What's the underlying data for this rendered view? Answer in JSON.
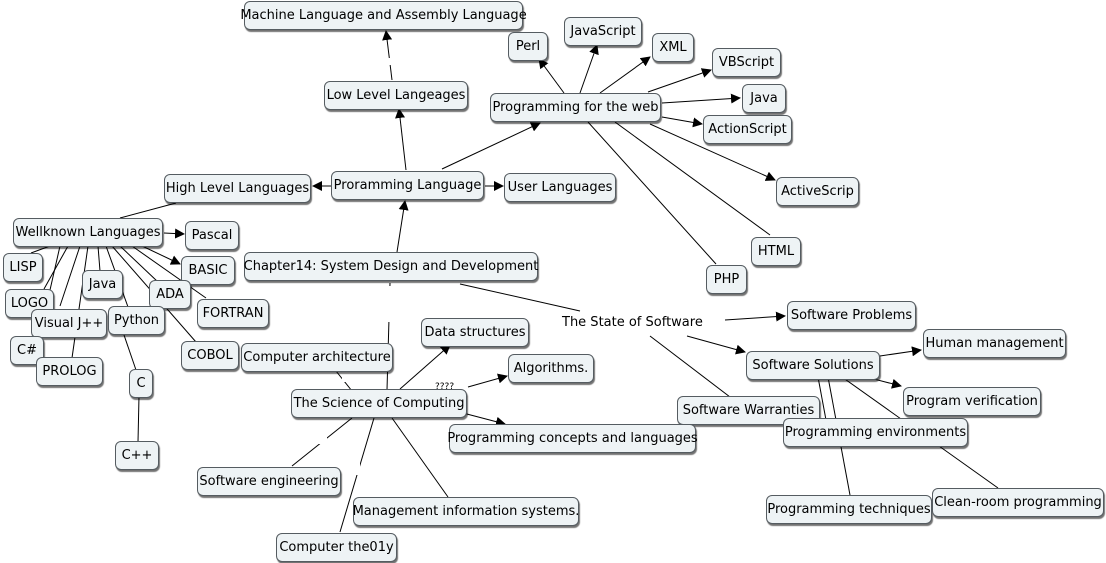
{
  "nodes": {
    "root": "Chapter14: System Design and Development",
    "programming_language": "Proramming Language",
    "low_level": "Low Level Langeages",
    "machine_language": "Machine Language and Assembly Language",
    "programming_web": "Programming for the web",
    "perl": "Perl",
    "javascript": "JavaScript",
    "xml": "XML",
    "vbscript": "VBScript",
    "java_web": "Java",
    "actionscript": "ActionScript",
    "activescrip": "ActiveScrip",
    "html": "HTML",
    "php": "PHP",
    "user_languages": "User Languages",
    "high_level": "High Level Languages",
    "wellknown": "Wellknown Languages",
    "pascal": "Pascal",
    "lisp": "LISP",
    "basic": "BASIC",
    "java": "Java",
    "ada": "ADA",
    "logo": "LOGO",
    "fortran": "FORTRAN",
    "visual_j": "Visual J++",
    "python": "Python",
    "csharp": "C#",
    "cobol": "COBOL",
    "prolog": "PROLOG",
    "c": "C",
    "cpp": "C++",
    "state_of_software": "The State of Software",
    "software_problems": "Software Problems",
    "software_solutions": "Software Solutions",
    "human_management": "Human management",
    "program_verification": "Program verification",
    "software_warranties": "Software Warranties",
    "programming_environments": "Programming environments",
    "programming_techniques": "Programming techniques",
    "clean_room": "Clean-room programming",
    "science_computing": "The Science of Computing",
    "data_structures": "Data structures",
    "algorithms": "Algorithms.",
    "computer_architecture": "Computer architecture",
    "prog_concepts": "Programming concepts and languages",
    "software_engineering": "Software engineering",
    "mis": "Management information systems.",
    "computer_theory": "Computer the01y"
  },
  "link_labels": {
    "question_marks": "????"
  }
}
